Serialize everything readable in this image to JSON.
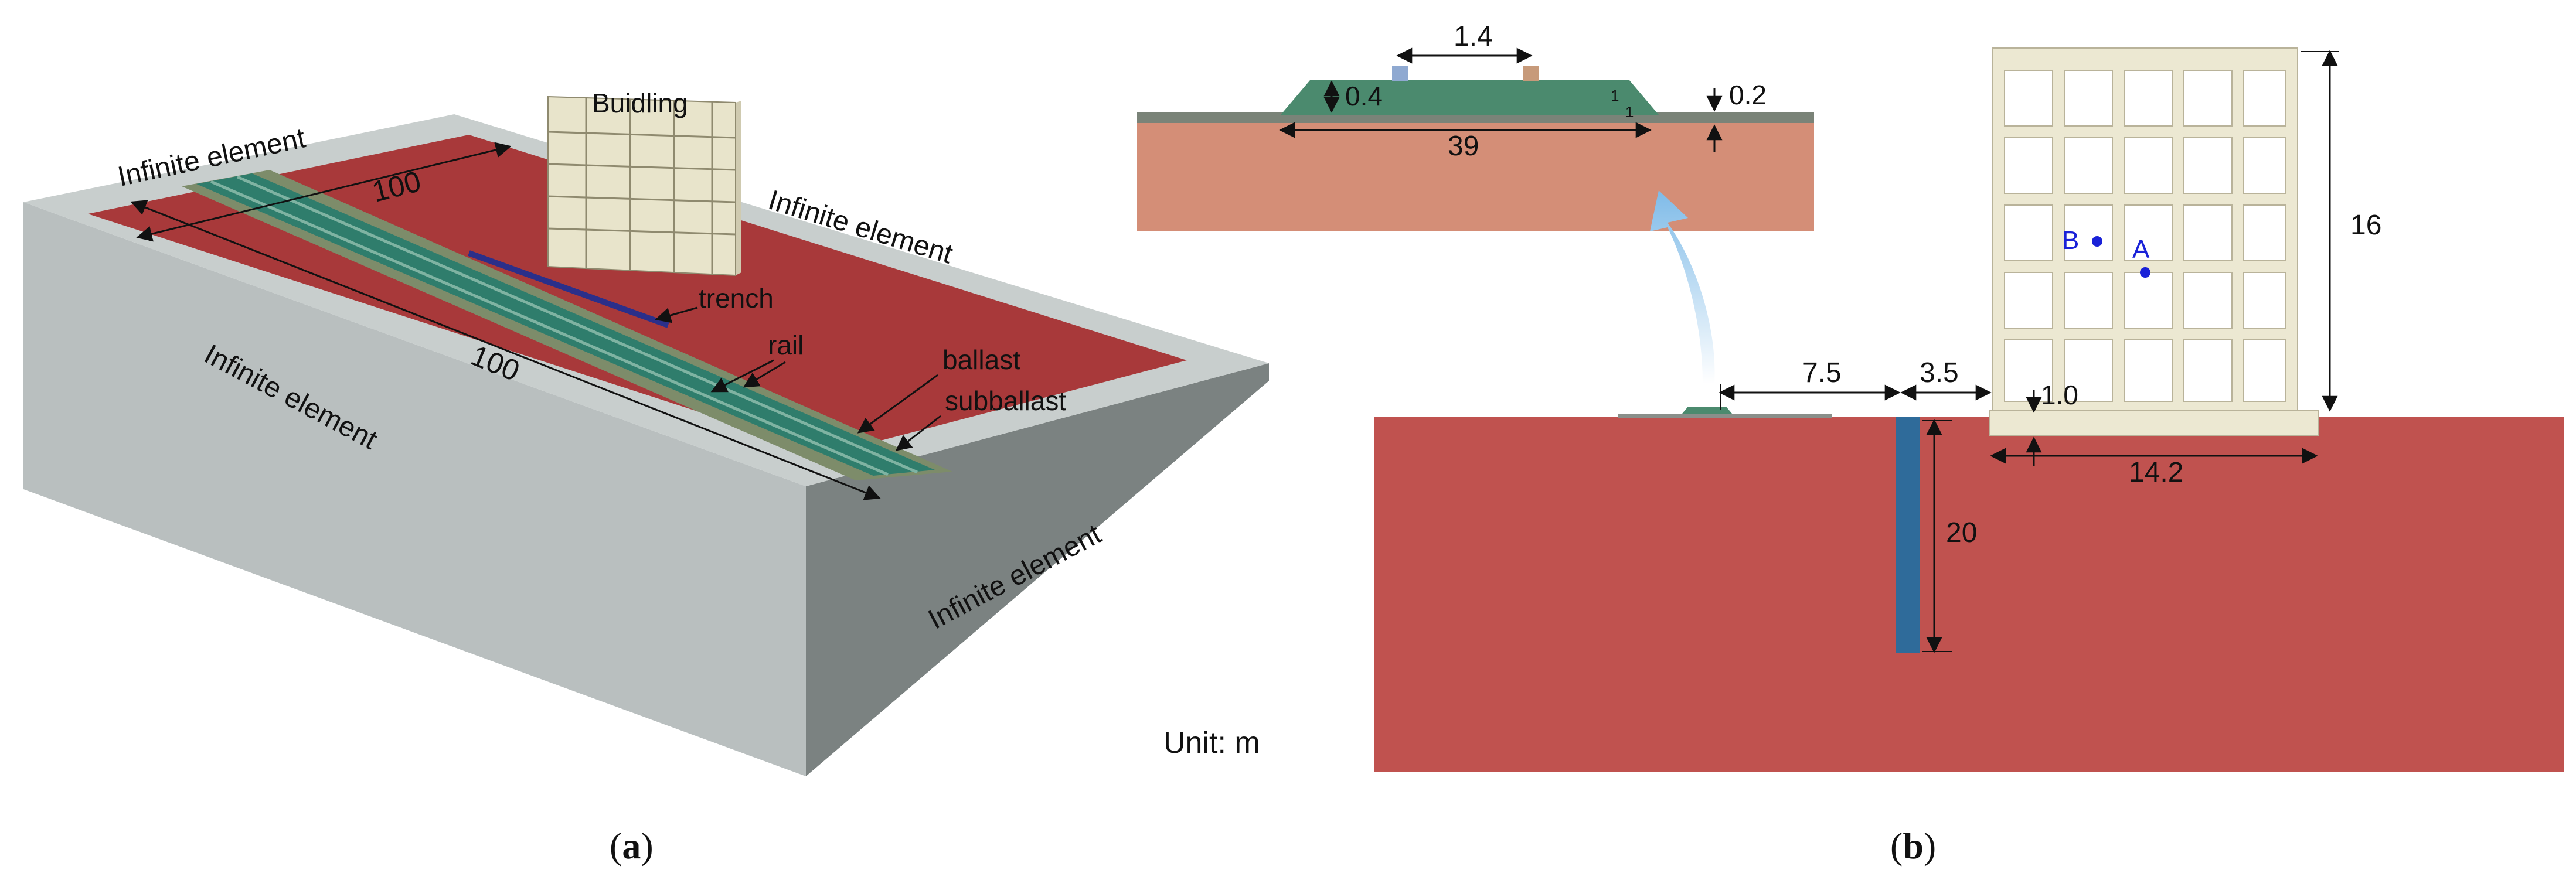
{
  "panel_a": {
    "caption_open": "(",
    "caption_letter": "a",
    "caption_close": ")",
    "infinite_top_left": "Infinite element",
    "infinite_top_right": "Infinite element",
    "infinite_left_side": "Infinite element",
    "infinite_right_side": "Infinite element",
    "building_label": "Buidling",
    "trench_label": "trench",
    "rail_label": "rail",
    "ballast_label": "ballast",
    "subballast_label": "subballast",
    "dim_width": "100",
    "dim_length": "100"
  },
  "panel_b": {
    "caption_open": "(",
    "caption_letter": "b",
    "caption_close": ")",
    "unit_label": "Unit: m",
    "inset": {
      "rail_spacing": "1.4",
      "ballast_height": "0.4",
      "subballast_thickness": "0.2",
      "embankment_width": "39",
      "slope_rise": "1",
      "slope_run": "1"
    },
    "dist_track_to_trench": "7.5",
    "dist_trench_to_building": "3.5",
    "trench_depth": "20",
    "building_height": "16",
    "building_width": "14.2",
    "foundation_thickness": "1.0",
    "point_a": "A",
    "point_b": "B"
  },
  "colors": {
    "soil_red": "#c0524f",
    "infinite_gray_top": "#c5cbcb",
    "infinite_gray_side": "#8a908f",
    "inset_soil": "#d59079",
    "ballast_green": "#4b8a6e",
    "trench_blue": "#2f6b9a",
    "building_cream": "#ece8d2",
    "arrow_blue": "#8fc4ea",
    "point_blue": "#1a22d8"
  }
}
